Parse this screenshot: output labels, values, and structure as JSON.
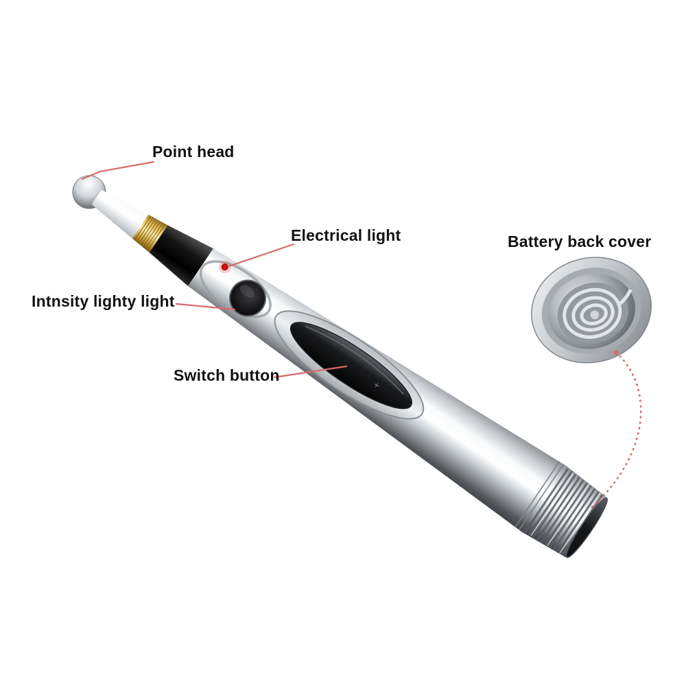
{
  "labels": {
    "point_head": "Point head",
    "electrical_light": "Electrical light",
    "intensity_light": "Intnsity lighty light",
    "switch_button": "Switch button",
    "battery_back_cover": "Battery back cover"
  },
  "colors": {
    "background": "#ffffff",
    "label_text": "#121212",
    "leader_line": "#d96a6a",
    "led_red": "#d41111",
    "gold_ring": "#c79b35",
    "pen_black_section": "#141414",
    "chrome_highlight": "#ffffff",
    "chrome_shadow": "#3a3e43"
  }
}
